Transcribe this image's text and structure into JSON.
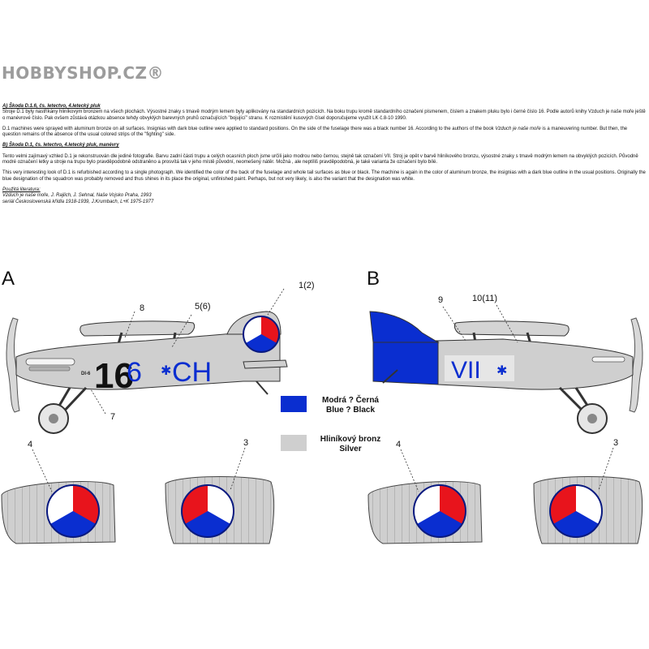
{
  "watermark": "HOBBYSHOP.CZ®",
  "sections": {
    "a": {
      "heading": "A) Škoda D.1.6, čs. letectvo, 4.letecký pluk",
      "cz": "Stroje D.1 byly nastříkány hliníkovým bronzem na všech plochách. Výsostné znaky s tmavě modrým lemem byly aplikovány na standardních pozicích. Na boku trupu kromě standardního označení písmenem, číslem a znakem pluku bylo i černé číslo 16. Podle autorů knihy Vzduch je naše moře ještě o manévrové číslo. Pak ovšem zůstává otázkou absence tehdy obvyklých barevných pruhů označujících \"bojující\" stranu. K rozmistění kusových čísel doporučujeme využít LK č.8-10 1990.",
      "en_1": "D.1 machines were sprayed with aluminum bronze on all surfaces. Insignias with dark blue outline were applied to standard positions. On the side of the fuselage there was a black number 16. According to the authors of the book",
      "en_book": "Vzduch je naše moře",
      "en_2": "is a maneuvering number. But then, the question remains of the absence of the usual colored strips of the \"fighting\" side."
    },
    "b": {
      "heading": "B) Škoda D.1, čs. letectvo, 4.letecký pluk, manévry",
      "cz": "Tento velmi zajímavý vzhled D.1 je rekonstruován dle jediné fotografie. Barvu zadní části trupu a celých ocasních ploch jsme určili jako modrou nebo černou, stejně tak označení VII. Stroj je opět v barvě hliníkového bronzu, výsostné znaky s tmavě modrým lemem na obvyklých pozicích. Původně modré označení letky a stroje na trupu bylo pravděpodobně odstraněno a prosvítá tak v jeho místě původní, neomešený nátěr. Možná , ale neptíliš pravděpodobná, je také varianta že označení bylo bílé.",
      "en": "This very interesting look of D.1 is refurbished according to a single photograph. We identified the color of the back of the fuselage and whole tail surfaces as blue or black. The machine is again in the color of aluminum bronze, the insignias with a dark blue outline in the usual positions. Originally the blue designation of the squadron was probably removed and thus shines in its place the original, unfinished paint. Perhaps, but not very likely, is also the variant that the designation was white."
    },
    "literature": {
      "heading": "Použitá literatura:",
      "items": [
        "Vzduch je naše moře, J. Rajlich, J. Sehnal, Naše Vojsko Praha, 1993",
        "seriál Československá křídla 1918-1939, J.Krumbach, L+K 1975-1977"
      ]
    }
  },
  "profiles": {
    "a": {
      "letter": "A",
      "fuselage_number": "16",
      "code_left": "6",
      "code_right": "CH",
      "stencil": "DI-6",
      "callouts": [
        "1(2)",
        "5(6)",
        "8",
        "7",
        "4",
        "3"
      ]
    },
    "b": {
      "letter": "B",
      "code": "VII",
      "callouts": [
        "9",
        "10(11)",
        "4",
        "3"
      ]
    }
  },
  "legend": [
    {
      "label_cz": "Modrá ? Černá",
      "label_en": "Blue ? Black",
      "color": "#0a2ed0"
    },
    {
      "label_cz": "Hliníkový bronz",
      "label_en": "Silver",
      "color": "#cfcfcf"
    }
  ],
  "colors": {
    "blue": "#0a2ed0",
    "red": "#e8141c",
    "silver": "#cfcfcf",
    "black": "#111111"
  }
}
